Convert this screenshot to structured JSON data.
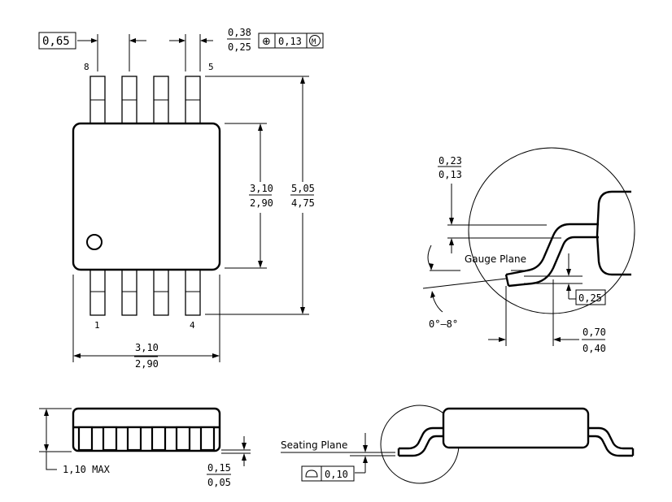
{
  "top_view": {
    "pitch_dim": "0,65",
    "lead_width_max": "0,38",
    "lead_width_min": "0,25",
    "position_tolerance_symbol": "⊕",
    "position_tolerance_value": "0,13",
    "position_tolerance_modifier": "M",
    "pin_8": "8",
    "pin_5": "5",
    "pin_1": "1",
    "pin_4": "4",
    "body_length_max": "3,10",
    "body_length_min": "2,90",
    "overall_length_max": "5,05",
    "overall_length_min": "4,75",
    "body_width_max": "3,10",
    "body_width_min": "2,90"
  },
  "lead_detail": {
    "lead_thickness_max": "0,23",
    "lead_thickness_min": "0,13",
    "gauge_plane_label": "Gauge Plane",
    "gauge_plane_dim": "0,25",
    "angle_label": "0°–8°",
    "foot_length_max": "0,70",
    "foot_length_min": "0,40"
  },
  "side_view": {
    "height_label": "1,10 MAX",
    "standoff_max": "0,15",
    "standoff_min": "0,05",
    "seating_plane_label": "Seating Plane",
    "coplanarity_symbol": "⌓",
    "coplanarity_value": "0,10"
  }
}
